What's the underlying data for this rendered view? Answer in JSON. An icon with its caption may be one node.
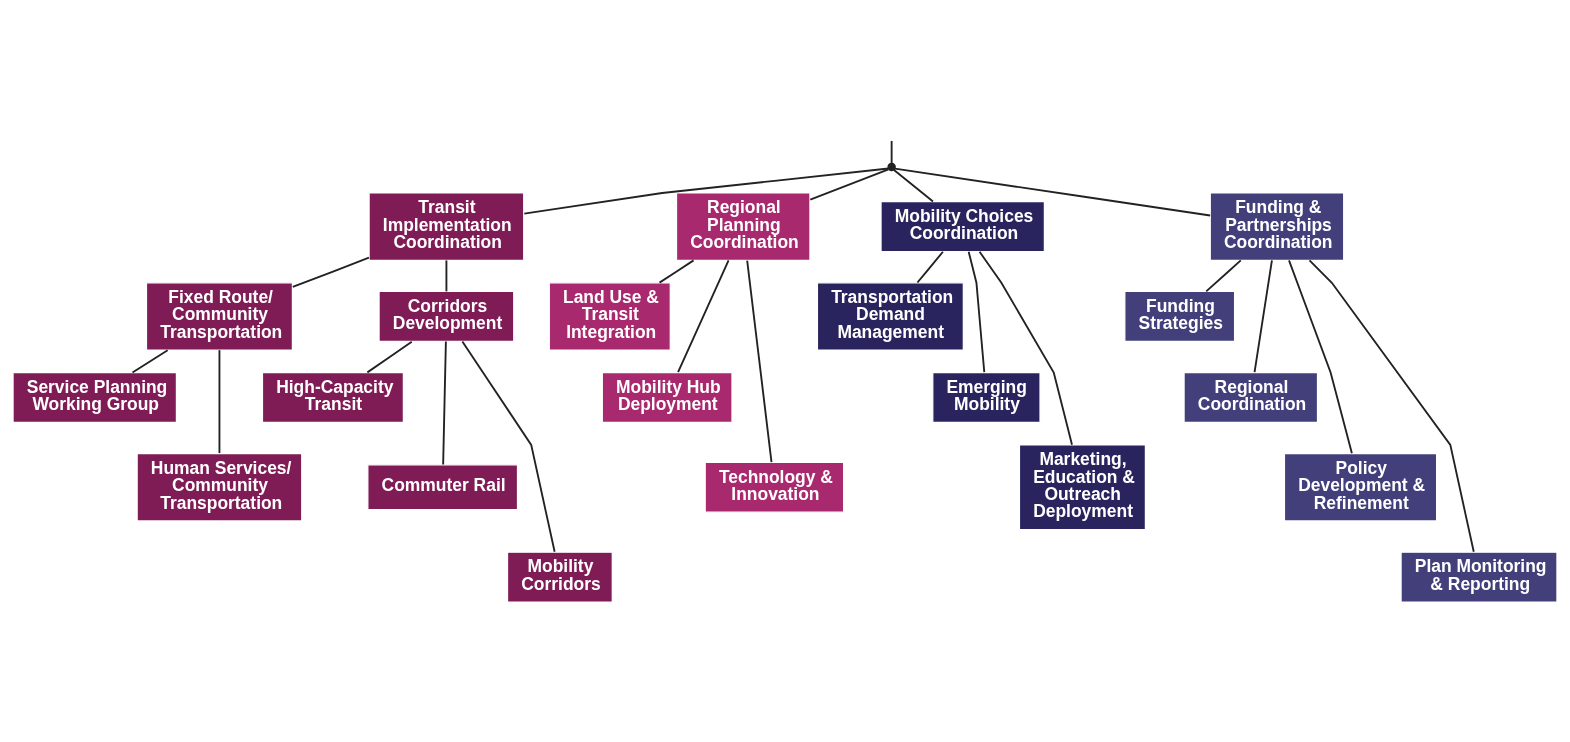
{
  "diagram": {
    "nodes": [
      {
        "text": [
          "Transit Implementation Coordination"
        ]
      },
      {
        "text": [
          "Fixed Route/ Community Transportation"
        ]
      },
      {
        "text": [
          "Service Planning Working Group"
        ]
      },
      {
        "text": [
          "Human Services/ Community Transportation"
        ]
      },
      {
        "text": [
          "Corridors Development"
        ]
      },
      {
        "text": [
          "High-Capacity Transit"
        ]
      },
      {
        "text": [
          "Commuter Rail"
        ]
      },
      {
        "text": [
          "Mobility Corridors"
        ]
      },
      {
        "text": [
          "Regional Planning Coordination"
        ]
      },
      {
        "text": [
          "Land Use & Transit Integration"
        ]
      },
      {
        "text": [
          "Mobility Hub Deployment"
        ]
      },
      {
        "text": [
          "Technology & Innovation"
        ]
      },
      {
        "text": [
          "Mobility Choices Coordination"
        ]
      },
      {
        "text": [
          "Transportation Demand Management"
        ]
      },
      {
        "text": [
          "Emerging Mobility"
        ]
      },
      {
        "text": [
          "Marketing, Education & Outreach Deployment"
        ]
      },
      {
        "text": [
          "Funding & Partnerships Coordination"
        ]
      },
      {
        "text": [
          "Funding Strategies"
        ]
      },
      {
        "text": [
          "Regional Coordination"
        ]
      },
      {
        "text": [
          "Policy Development & Refinement"
        ]
      },
      {
        "text": [
          "Plan Monitoring & Reporting"
        ]
      },
      {
        "text": [],
        "shape": "point"
      }
    ],
    "edges": [
      {
        "from": null,
        "to": 21,
        "arrow": "none"
      },
      {
        "from": 21,
        "to": 0,
        "arrow": "none"
      },
      {
        "from": 21,
        "to": 8,
        "arrow": "none"
      },
      {
        "from": 21,
        "to": 12,
        "arrow": "none"
      },
      {
        "from": 21,
        "to": 16,
        "arrow": "none"
      },
      {
        "from": 0,
        "to": 1,
        "arrow": "none"
      },
      {
        "from": 0,
        "to": 4,
        "arrow": "none"
      },
      {
        "from": 1,
        "to": 2,
        "arrow": "none"
      },
      {
        "from": 1,
        "to": 3,
        "arrow": "none"
      },
      {
        "from": 4,
        "to": 5,
        "arrow": "none"
      },
      {
        "from": 4,
        "to": 6,
        "arrow": "none"
      },
      {
        "from": 4,
        "to": 7,
        "arrow": "none"
      },
      {
        "from": 8,
        "to": 9,
        "arrow": "none"
      },
      {
        "from": 8,
        "to": 10,
        "arrow": "none"
      },
      {
        "from": 8,
        "to": 11,
        "arrow": "none"
      },
      {
        "from": 12,
        "to": 13,
        "arrow": "none"
      },
      {
        "from": 12,
        "to": 14,
        "arrow": "none"
      },
      {
        "from": 12,
        "to": 15,
        "arrow": "none"
      },
      {
        "from": 16,
        "to": 17,
        "arrow": "none"
      },
      {
        "from": 16,
        "to": 18,
        "arrow": "none"
      },
      {
        "from": 16,
        "to": 19,
        "arrow": "none"
      },
      {
        "from": 16,
        "to": 20,
        "arrow": "none"
      }
    ]
  }
}
